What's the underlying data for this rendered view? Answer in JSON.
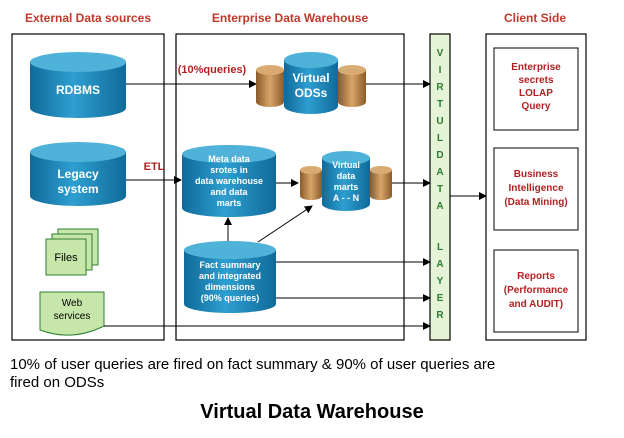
{
  "colors": {
    "section_title": "#c0392b",
    "label_red": "#b22222",
    "cylinder_top": "#4fb3d9",
    "cylinder_body": "#1a7fb0",
    "ods_gold": "#b07a3f",
    "files_green": "#c7e6a9",
    "layer_green": "#e5f4d7"
  },
  "headers": {
    "external": "External Data sources",
    "warehouse": "Enterprise Data Warehouse",
    "client": "Client Side"
  },
  "sources": {
    "rdbms": "RDBMS",
    "legacy": [
      "Legacy",
      "system"
    ],
    "files": "Files",
    "web": [
      "Web",
      "services"
    ]
  },
  "edw": {
    "query_label": "(10%queries)",
    "virtual_ods": [
      "Virtual",
      "ODSs"
    ],
    "etl": "ETL",
    "metadata": [
      "Meta data",
      "srotes in",
      "data warehouse",
      "and data",
      "marts"
    ],
    "marts": [
      "Virtual",
      "data",
      "marts",
      "A - - N"
    ],
    "fact": [
      "Fact summary",
      "and integrated",
      "dimensions",
      "(90% queries)"
    ]
  },
  "layer": {
    "letters": [
      "V",
      "I",
      "R",
      "T",
      "U",
      "L",
      "D",
      "A",
      "T",
      "A",
      "L",
      "A",
      "Y",
      "E",
      "R"
    ]
  },
  "client": {
    "box1": [
      "Enterprise",
      "secrets",
      "LOLAP",
      "Query"
    ],
    "box2": [
      "Business",
      "Intelligence",
      "(Data Mining)"
    ],
    "box3": [
      "Reports",
      "(Performance",
      "and AUDIT)"
    ]
  },
  "caption": {
    "line1": "10% of user queries are fired on fact summary & 90% of user queries are",
    "line2": "fired on ODSs"
  },
  "title": "Virtual Data Warehouse"
}
